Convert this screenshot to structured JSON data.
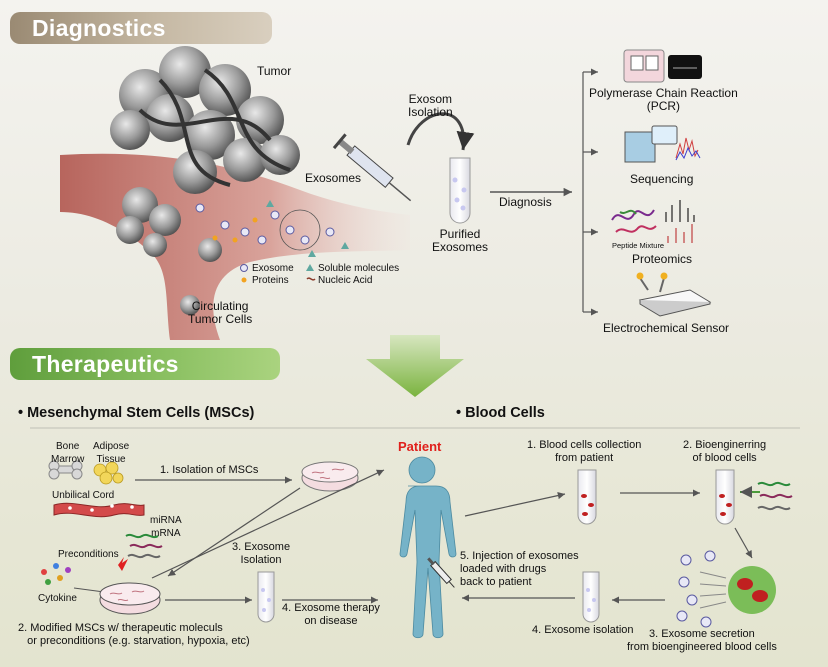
{
  "diagnostics": {
    "banner": "Diagnostics",
    "tumor": "Tumor",
    "exosomes": "Exosomes",
    "exosom_isolation": "Exosom\nIsolation",
    "purified_exosomes": "Purified\nExosomes",
    "diagnosis": "Diagnosis",
    "circulating_tumor_cells": "Circulating\nTumor Cells",
    "legend": {
      "exosome": "Exosome",
      "proteins": "Proteins",
      "soluble": "Soluble molecules",
      "nucleic": "Nucleic Acid"
    },
    "methods": {
      "pcr": "Polymerase Chain Reaction\n(PCR)",
      "sequencing": "Sequencing",
      "peptide": "Peptide Mixture",
      "proteomics": "Proteomics",
      "sensor": "Electrochemical Sensor"
    }
  },
  "therapeutics": {
    "banner": "Therapeutics",
    "msc_title": "• Mesenchymal Stem Cells (MSCs)",
    "blood_title": "• Blood Cells",
    "patient": "Patient",
    "bone_marrow": "Bone\nMarrow",
    "adipose": "Adipose\nTissue",
    "cord": "Unbilical Cord",
    "step_isolation_msc": "1. Isolation of MSCs",
    "mirna": "miRNA\nmRNA",
    "preconditions": "Preconditions",
    "cytokine": "Cytokine",
    "step_modified": "2. Modified MSCs w/ therapeutic moleculs\n   or preconditions (e.g. starvation, hypoxia, etc)",
    "step_exo_isolation": "3. Exosome\nIsolation",
    "step_therapy": "4. Exosome therapy\non disease",
    "blood_step1": "1. Blood cells collection\nfrom patient",
    "blood_step2": "2. Bioenginerring\nof blood cells",
    "blood_step3": "3. Exosome secretion\nfrom bioengineered blood cells",
    "blood_step4": "4. Exosome isolation",
    "blood_step5": "5. Injection of exosomes\nloaded with drugs\nback to patient"
  },
  "colors": {
    "diag_banner": "#b3a48c",
    "ther_banner": "#77b14d",
    "patient_body": "#76b3c8",
    "patient_label": "#e0201c",
    "vessel": "#c97a70",
    "arrow_green": "#86bb4a"
  }
}
